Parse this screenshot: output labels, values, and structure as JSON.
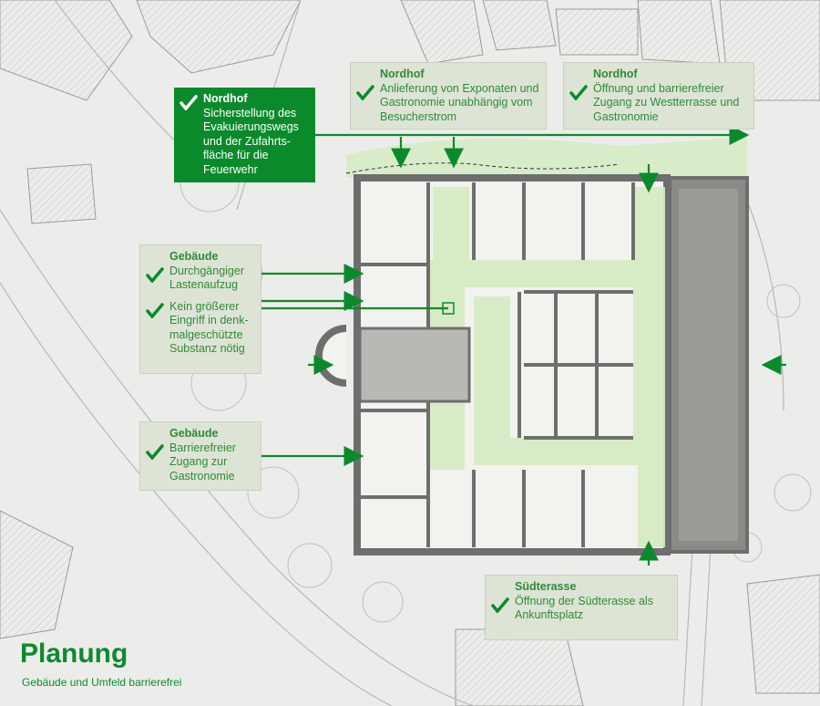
{
  "callouts": {
    "nordhof_feuerwehr": {
      "title": "Nordhof",
      "text": "Sicherstellung des Evakuierungswegs und der Zufahrts­fläche für die Feuerwehr"
    },
    "nordhof_anlieferung": {
      "title": "Nordhof",
      "text": "Anlieferung von Exponaten und Gastronomie unabhängig vom Besucherstrom"
    },
    "nordhof_zugang": {
      "title": "Nordhof",
      "text": "Öffnung und barrierefreier Zugang zu Westterrasse und Gastronomie"
    },
    "gebaeude_aufzug": {
      "title": "Gebäude",
      "text": "Durchgängiger Lastenaufzug",
      "text2": "Kein größerer Eingriff in denk­malgeschützte Substanz nötig"
    },
    "gebaeude_zugang": {
      "title": "Gebäude",
      "text": "Barrierefreier Zugang zur Gastronomie"
    },
    "suedterasse": {
      "title": "Südterasse",
      "text": "Öffnung der Südterasse als Ankunftsplatz"
    }
  },
  "heading": "Planung",
  "subheading": "Gebäude und Umfeld barrierefrei",
  "colors": {
    "accent": "#0b8a2c",
    "highlight": "#cfe8b8",
    "panel": "#dde4d6",
    "wall": "#6e6e6e"
  }
}
